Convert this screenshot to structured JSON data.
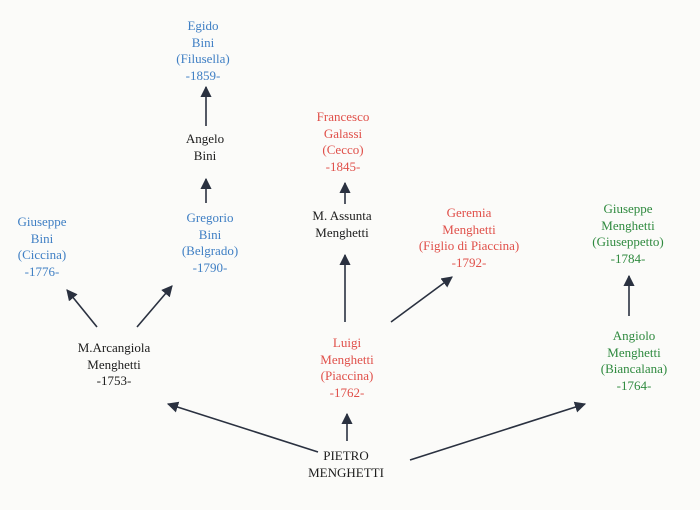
{
  "colors": {
    "black": "#1c1c1c",
    "blue": "#3f7fc4",
    "red": "#e0504a",
    "green": "#2f8a3f",
    "arrow": "#2a3140"
  },
  "nodes": {
    "pietro": {
      "lines": [
        "PIETRO",
        "MENGHETTI"
      ]
    },
    "arcangiola": {
      "lines": [
        "M.Arcangiola",
        "Menghetti",
        "-1753-"
      ]
    },
    "giuseppe_bini": {
      "lines": [
        "Giuseppe",
        "Bini",
        "(Ciccina)",
        "-1776-"
      ]
    },
    "gregorio": {
      "lines": [
        "Gregorio",
        "Bini",
        "(Belgrado)",
        "-1790-"
      ]
    },
    "angelo": {
      "lines": [
        "Angelo",
        "Bini"
      ]
    },
    "egido": {
      "lines": [
        "Egido",
        "Bini",
        "(Filusella)",
        "-1859-"
      ]
    },
    "luigi": {
      "lines": [
        "Luigi",
        "Menghetti",
        "(Piaccina)",
        "-1762-"
      ]
    },
    "assunta": {
      "lines": [
        "M. Assunta",
        "Menghetti"
      ]
    },
    "francesco": {
      "lines": [
        "Francesco",
        "Galassi",
        "(Cecco)",
        "-1845-"
      ]
    },
    "geremia": {
      "lines": [
        "Geremia",
        "Menghetti",
        "(Figlio di Piaccina)",
        "-1792-"
      ]
    },
    "angiolo": {
      "lines": [
        "Angiolo",
        "Menghetti",
        "(Biancalana)",
        "-1764-"
      ]
    },
    "giuseppe_menghetti": {
      "lines": [
        "Giuseppe",
        "Menghetti",
        "(Giuseppetto)",
        "-1784-"
      ]
    }
  }
}
